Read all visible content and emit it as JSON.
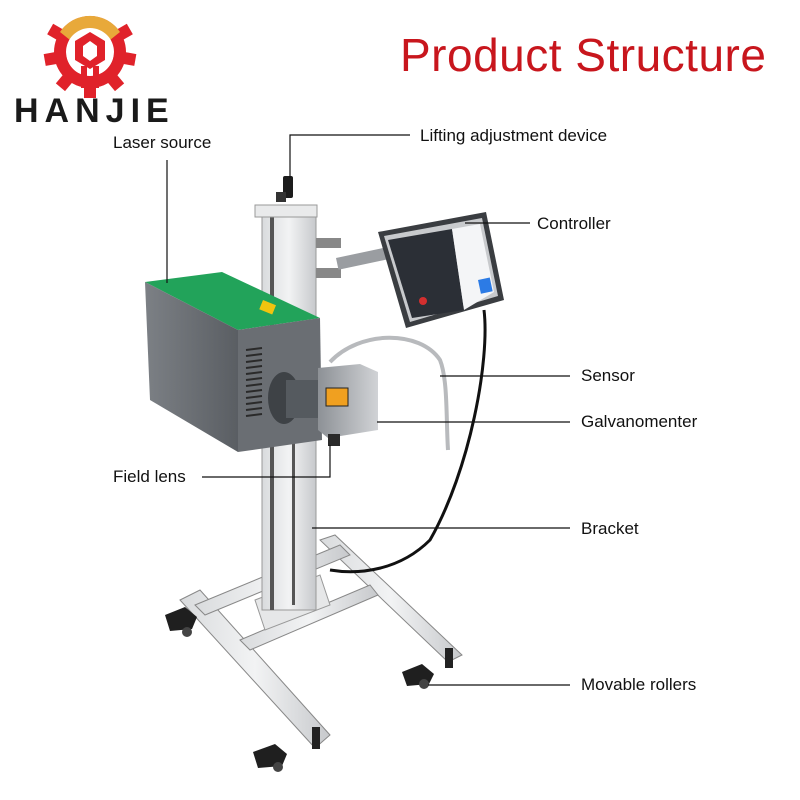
{
  "brand": {
    "name": "HANJIE",
    "logo_colors": {
      "gear": "#e0222a",
      "arc": "#e8a93a",
      "text": "#1a1a1a"
    }
  },
  "header": {
    "title": "Product Structure",
    "title_color": "#c8161d"
  },
  "callouts": [
    {
      "id": "laser-source",
      "label": "Laser source"
    },
    {
      "id": "lifting-adjustment-device",
      "label": "Lifting adjustment device"
    },
    {
      "id": "controller",
      "label": "Controller"
    },
    {
      "id": "sensor",
      "label": "Sensor"
    },
    {
      "id": "galvanometer",
      "label": "Galvanomenter"
    },
    {
      "id": "field-lens",
      "label": "Field lens"
    },
    {
      "id": "bracket",
      "label": "Bracket"
    },
    {
      "id": "movable-rollers",
      "label": "Movable rollers"
    }
  ]
}
